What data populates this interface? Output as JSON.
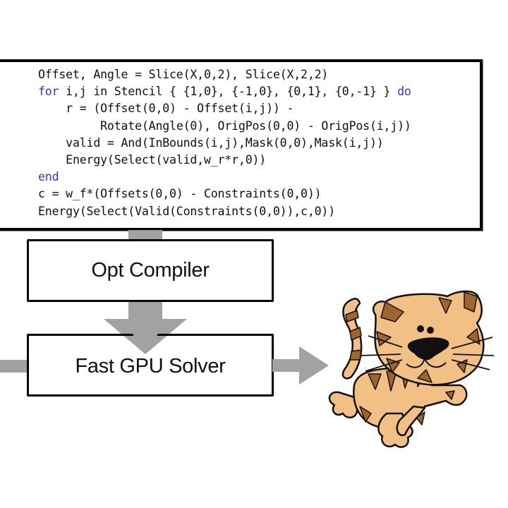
{
  "code": {
    "lines": [
      {
        "indent": "",
        "keyword": "",
        "text": "Offset, Angle = Slice(X,0,2), Slice(X,2,2)",
        "suffix_keyword": ""
      },
      {
        "indent": "",
        "keyword": "for",
        "text": " i,j in Stencil { {1,0}, {-1,0}, {0,1}, {0,-1} } ",
        "suffix_keyword": "do"
      },
      {
        "indent": "    ",
        "keyword": "",
        "text": "r = (Offset(0,0) - Offset(i,j)) -",
        "suffix_keyword": ""
      },
      {
        "indent": "         ",
        "keyword": "",
        "text": "Rotate(Angle(0), OrigPos(0,0) - OrigPos(i,j))",
        "suffix_keyword": ""
      },
      {
        "indent": "    ",
        "keyword": "",
        "text": "valid = And(InBounds(i,j),Mask(0,0),Mask(i,j))",
        "suffix_keyword": ""
      },
      {
        "indent": "    ",
        "keyword": "",
        "text": "Energy(Select(valid,w_r*r,0))",
        "suffix_keyword": ""
      },
      {
        "indent": "",
        "keyword": "end",
        "text": "",
        "suffix_keyword": ""
      },
      {
        "indent": "",
        "keyword": "",
        "text": "c = w_f*(Offsets(0,0) - Constraints(0,0))",
        "suffix_keyword": ""
      },
      {
        "indent": "",
        "keyword": "",
        "text": "Energy(Select(Valid(Constraints(0,0)),c,0))",
        "suffix_keyword": ""
      }
    ],
    "keyword_color": "#3a2ee0"
  },
  "diagram": {
    "compiler_label": "Opt Compiler",
    "solver_label": "Fast GPU Solver",
    "arrow_color": "#a2a2a2",
    "output_image": "cartoon-cat"
  },
  "colors": {
    "cat_light": "#f2c084",
    "cat_dark": "#a0652c",
    "outline": "#111111"
  }
}
